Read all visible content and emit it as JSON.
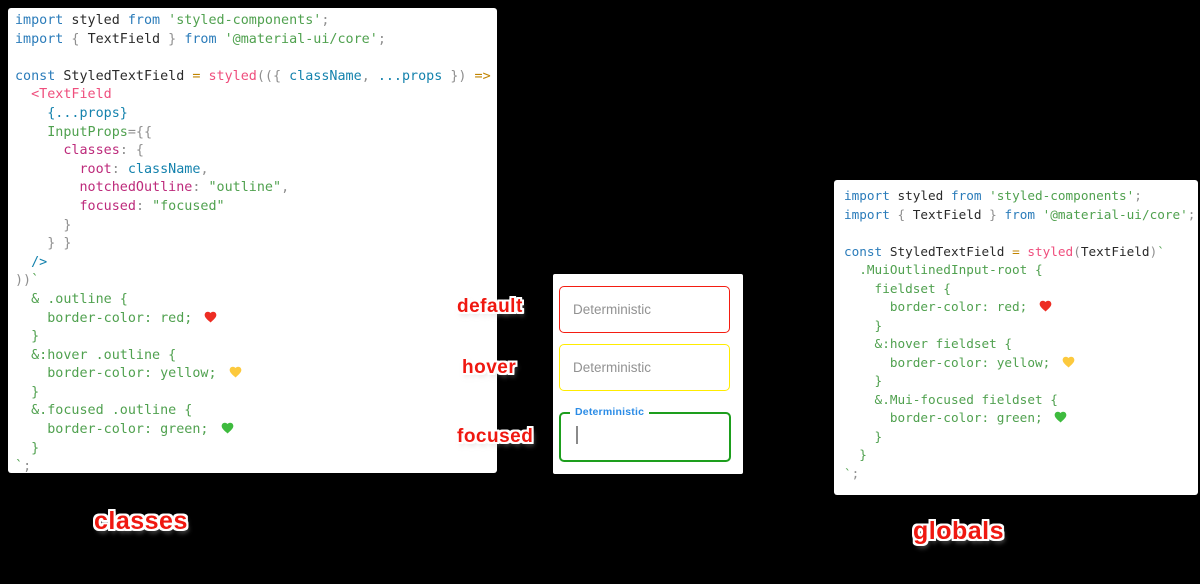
{
  "captions": {
    "classes": "classes",
    "globals": "globals"
  },
  "state_labels": {
    "default": "default",
    "hover": "hover",
    "focused": "focused"
  },
  "fields": {
    "default": {
      "placeholder": "Deterministic",
      "border_color": "#f41d12"
    },
    "hover": {
      "placeholder": "Deterministic",
      "border_color": "#ffec00"
    },
    "focused": {
      "label": "Deterministic",
      "value": "",
      "border_color": "#1d9e1d",
      "label_color": "#2b8ce6"
    }
  },
  "syntax_colors": {
    "keyword_blue": "#2b7cba",
    "identifier_dark": "#2a2a2a",
    "punctuation_gray": "#8f8f8f",
    "string_green": "#50a14f",
    "css_green": "#50a14f",
    "function_pink": "#ef4e7d",
    "key_magenta": "#bd2a7b",
    "prop_teal": "#1482ad",
    "operator_orange": "#c18401"
  },
  "icons": {
    "red-heart-icon": "#ed2d23",
    "yellow-heart-icon": "#fcc93d",
    "green-heart-icon": "#3ebb3e"
  },
  "code_left": {
    "lines": [
      [
        {
          "c": "kw",
          "t": "import"
        },
        {
          "c": "id",
          "t": " styled "
        },
        {
          "c": "kw",
          "t": "from"
        },
        {
          "c": "str",
          "t": " 'styled-components'"
        },
        {
          "c": "pun",
          "t": ";"
        }
      ],
      [
        {
          "c": "kw",
          "t": "import"
        },
        {
          "c": "pun",
          "t": " { "
        },
        {
          "c": "id",
          "t": "TextField"
        },
        {
          "c": "pun",
          "t": " } "
        },
        {
          "c": "kw",
          "t": "from"
        },
        {
          "c": "str",
          "t": " '@material-ui/core'"
        },
        {
          "c": "pun",
          "t": ";"
        }
      ],
      [],
      [
        {
          "c": "kw",
          "t": "const"
        },
        {
          "c": "id",
          "t": " StyledTextField "
        },
        {
          "c": "org",
          "t": "="
        },
        {
          "c": "pink",
          "t": " styled"
        },
        {
          "c": "pun",
          "t": "(({ "
        },
        {
          "c": "teal",
          "t": "className"
        },
        {
          "c": "pun",
          "t": ", "
        },
        {
          "c": "teal",
          "t": "...props"
        },
        {
          "c": "pun",
          "t": " })"
        },
        {
          "c": "org",
          "t": " =>"
        },
        {
          "c": "pun",
          "t": " ("
        }
      ],
      [
        {
          "c": "pink",
          "t": "  <TextField"
        }
      ],
      [
        {
          "c": "teal",
          "t": "    {...props}"
        }
      ],
      [
        {
          "c": "grn",
          "t": "    InputProps"
        },
        {
          "c": "pun",
          "t": "={{"
        }
      ],
      [
        {
          "c": "mag",
          "t": "      classes"
        },
        {
          "c": "pun",
          "t": ": {"
        }
      ],
      [
        {
          "c": "mag",
          "t": "        root"
        },
        {
          "c": "pun",
          "t": ": "
        },
        {
          "c": "teal",
          "t": "className"
        },
        {
          "c": "pun",
          "t": ","
        }
      ],
      [
        {
          "c": "mag",
          "t": "        notchedOutline"
        },
        {
          "c": "pun",
          "t": ": "
        },
        {
          "c": "str",
          "t": "\"outline\""
        },
        {
          "c": "pun",
          "t": ","
        }
      ],
      [
        {
          "c": "mag",
          "t": "        focused"
        },
        {
          "c": "pun",
          "t": ": "
        },
        {
          "c": "str",
          "t": "\"focused\""
        }
      ],
      [
        {
          "c": "pun",
          "t": "      }"
        }
      ],
      [
        {
          "c": "pun",
          "t": "    } }"
        }
      ],
      [
        {
          "c": "teal",
          "t": "  />"
        }
      ],
      [
        {
          "c": "pun",
          "t": "))"
        },
        {
          "c": "grn",
          "t": "`"
        }
      ],
      [
        {
          "c": "grn",
          "t": "  & .outline {"
        }
      ],
      [
        {
          "c": "grn",
          "t": "    border-color: red; "
        },
        {
          "i": "red-heart-icon"
        }
      ],
      [
        {
          "c": "grn",
          "t": "  }"
        }
      ],
      [
        {
          "c": "grn",
          "t": "  &:hover .outline {"
        }
      ],
      [
        {
          "c": "grn",
          "t": "    border-color: yellow; "
        },
        {
          "i": "yellow-heart-icon"
        }
      ],
      [
        {
          "c": "grn",
          "t": "  }"
        }
      ],
      [
        {
          "c": "grn",
          "t": "  &.focused .outline {"
        }
      ],
      [
        {
          "c": "grn",
          "t": "    border-color: green; "
        },
        {
          "i": "green-heart-icon"
        }
      ],
      [
        {
          "c": "grn",
          "t": "  }"
        }
      ],
      [
        {
          "c": "grn",
          "t": "`"
        },
        {
          "c": "pun",
          "t": ";"
        }
      ]
    ]
  },
  "code_right": {
    "lines": [
      [
        {
          "c": "kw",
          "t": "import"
        },
        {
          "c": "id",
          "t": " styled "
        },
        {
          "c": "kw",
          "t": "from"
        },
        {
          "c": "str",
          "t": " 'styled-components'"
        },
        {
          "c": "pun",
          "t": ";"
        }
      ],
      [
        {
          "c": "kw",
          "t": "import"
        },
        {
          "c": "pun",
          "t": " { "
        },
        {
          "c": "id",
          "t": "TextField"
        },
        {
          "c": "pun",
          "t": " } "
        },
        {
          "c": "kw",
          "t": "from"
        },
        {
          "c": "str",
          "t": " '@material-ui/core'"
        },
        {
          "c": "pun",
          "t": ";"
        }
      ],
      [],
      [
        {
          "c": "kw",
          "t": "const"
        },
        {
          "c": "id",
          "t": " StyledTextField "
        },
        {
          "c": "org",
          "t": "="
        },
        {
          "c": "pink",
          "t": " styled"
        },
        {
          "c": "pun",
          "t": "("
        },
        {
          "c": "id",
          "t": "TextField"
        },
        {
          "c": "pun",
          "t": ")"
        },
        {
          "c": "grn",
          "t": "`"
        }
      ],
      [
        {
          "c": "grn",
          "t": "  .MuiOutlinedInput-root {"
        }
      ],
      [
        {
          "c": "grn",
          "t": "    fieldset {"
        }
      ],
      [
        {
          "c": "grn",
          "t": "      border-color: red; "
        },
        {
          "i": "red-heart-icon"
        }
      ],
      [
        {
          "c": "grn",
          "t": "    }"
        }
      ],
      [
        {
          "c": "grn",
          "t": "    &:hover fieldset {"
        }
      ],
      [
        {
          "c": "grn",
          "t": "      border-color: yellow; "
        },
        {
          "i": "yellow-heart-icon"
        }
      ],
      [
        {
          "c": "grn",
          "t": "    }"
        }
      ],
      [
        {
          "c": "grn",
          "t": "    &.Mui-focused fieldset {"
        }
      ],
      [
        {
          "c": "grn",
          "t": "      border-color: green; "
        },
        {
          "i": "green-heart-icon"
        }
      ],
      [
        {
          "c": "grn",
          "t": "    }"
        }
      ],
      [
        {
          "c": "grn",
          "t": "  }"
        }
      ],
      [
        {
          "c": "grn",
          "t": "`"
        },
        {
          "c": "pun",
          "t": ";"
        }
      ]
    ]
  }
}
